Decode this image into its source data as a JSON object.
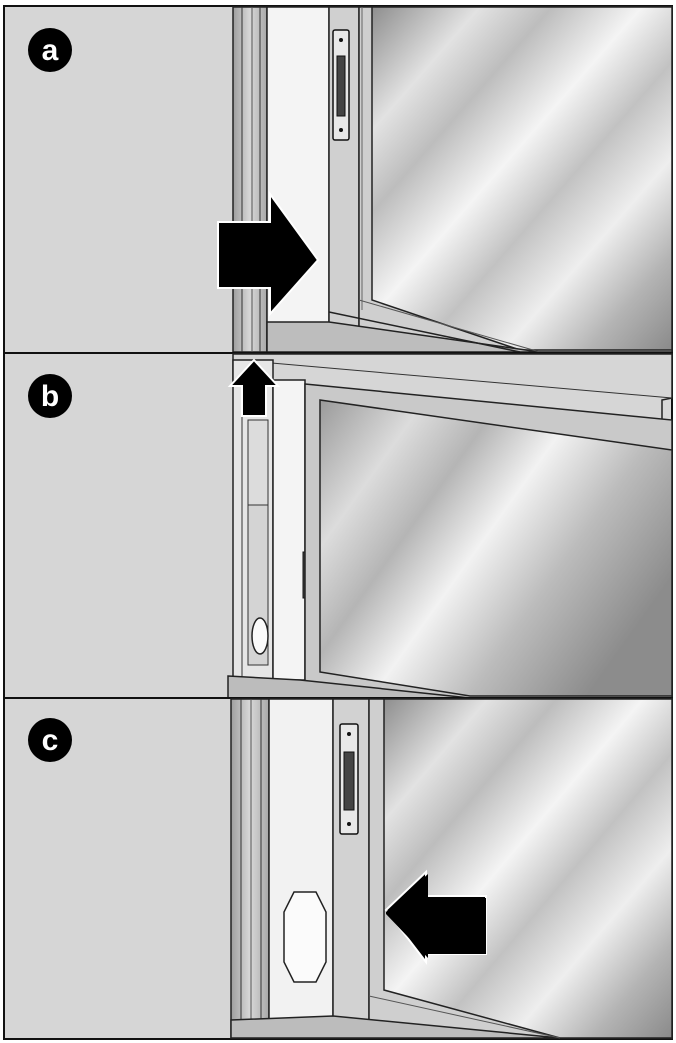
{
  "figure": {
    "colors": {
      "wall": "#d7d7d7",
      "frame": "#c8c8c8",
      "frame_light": "#ededed",
      "glass": "#cfcfcf",
      "outline": "#111111",
      "arrow": "#000000",
      "badge": "#000000",
      "badge_text": "#ffffff"
    },
    "panels": [
      {
        "label": "a",
        "arrow_direction": "right"
      },
      {
        "label": "b",
        "arrow_direction": "up"
      },
      {
        "label": "c",
        "arrow_direction": "left"
      }
    ]
  }
}
